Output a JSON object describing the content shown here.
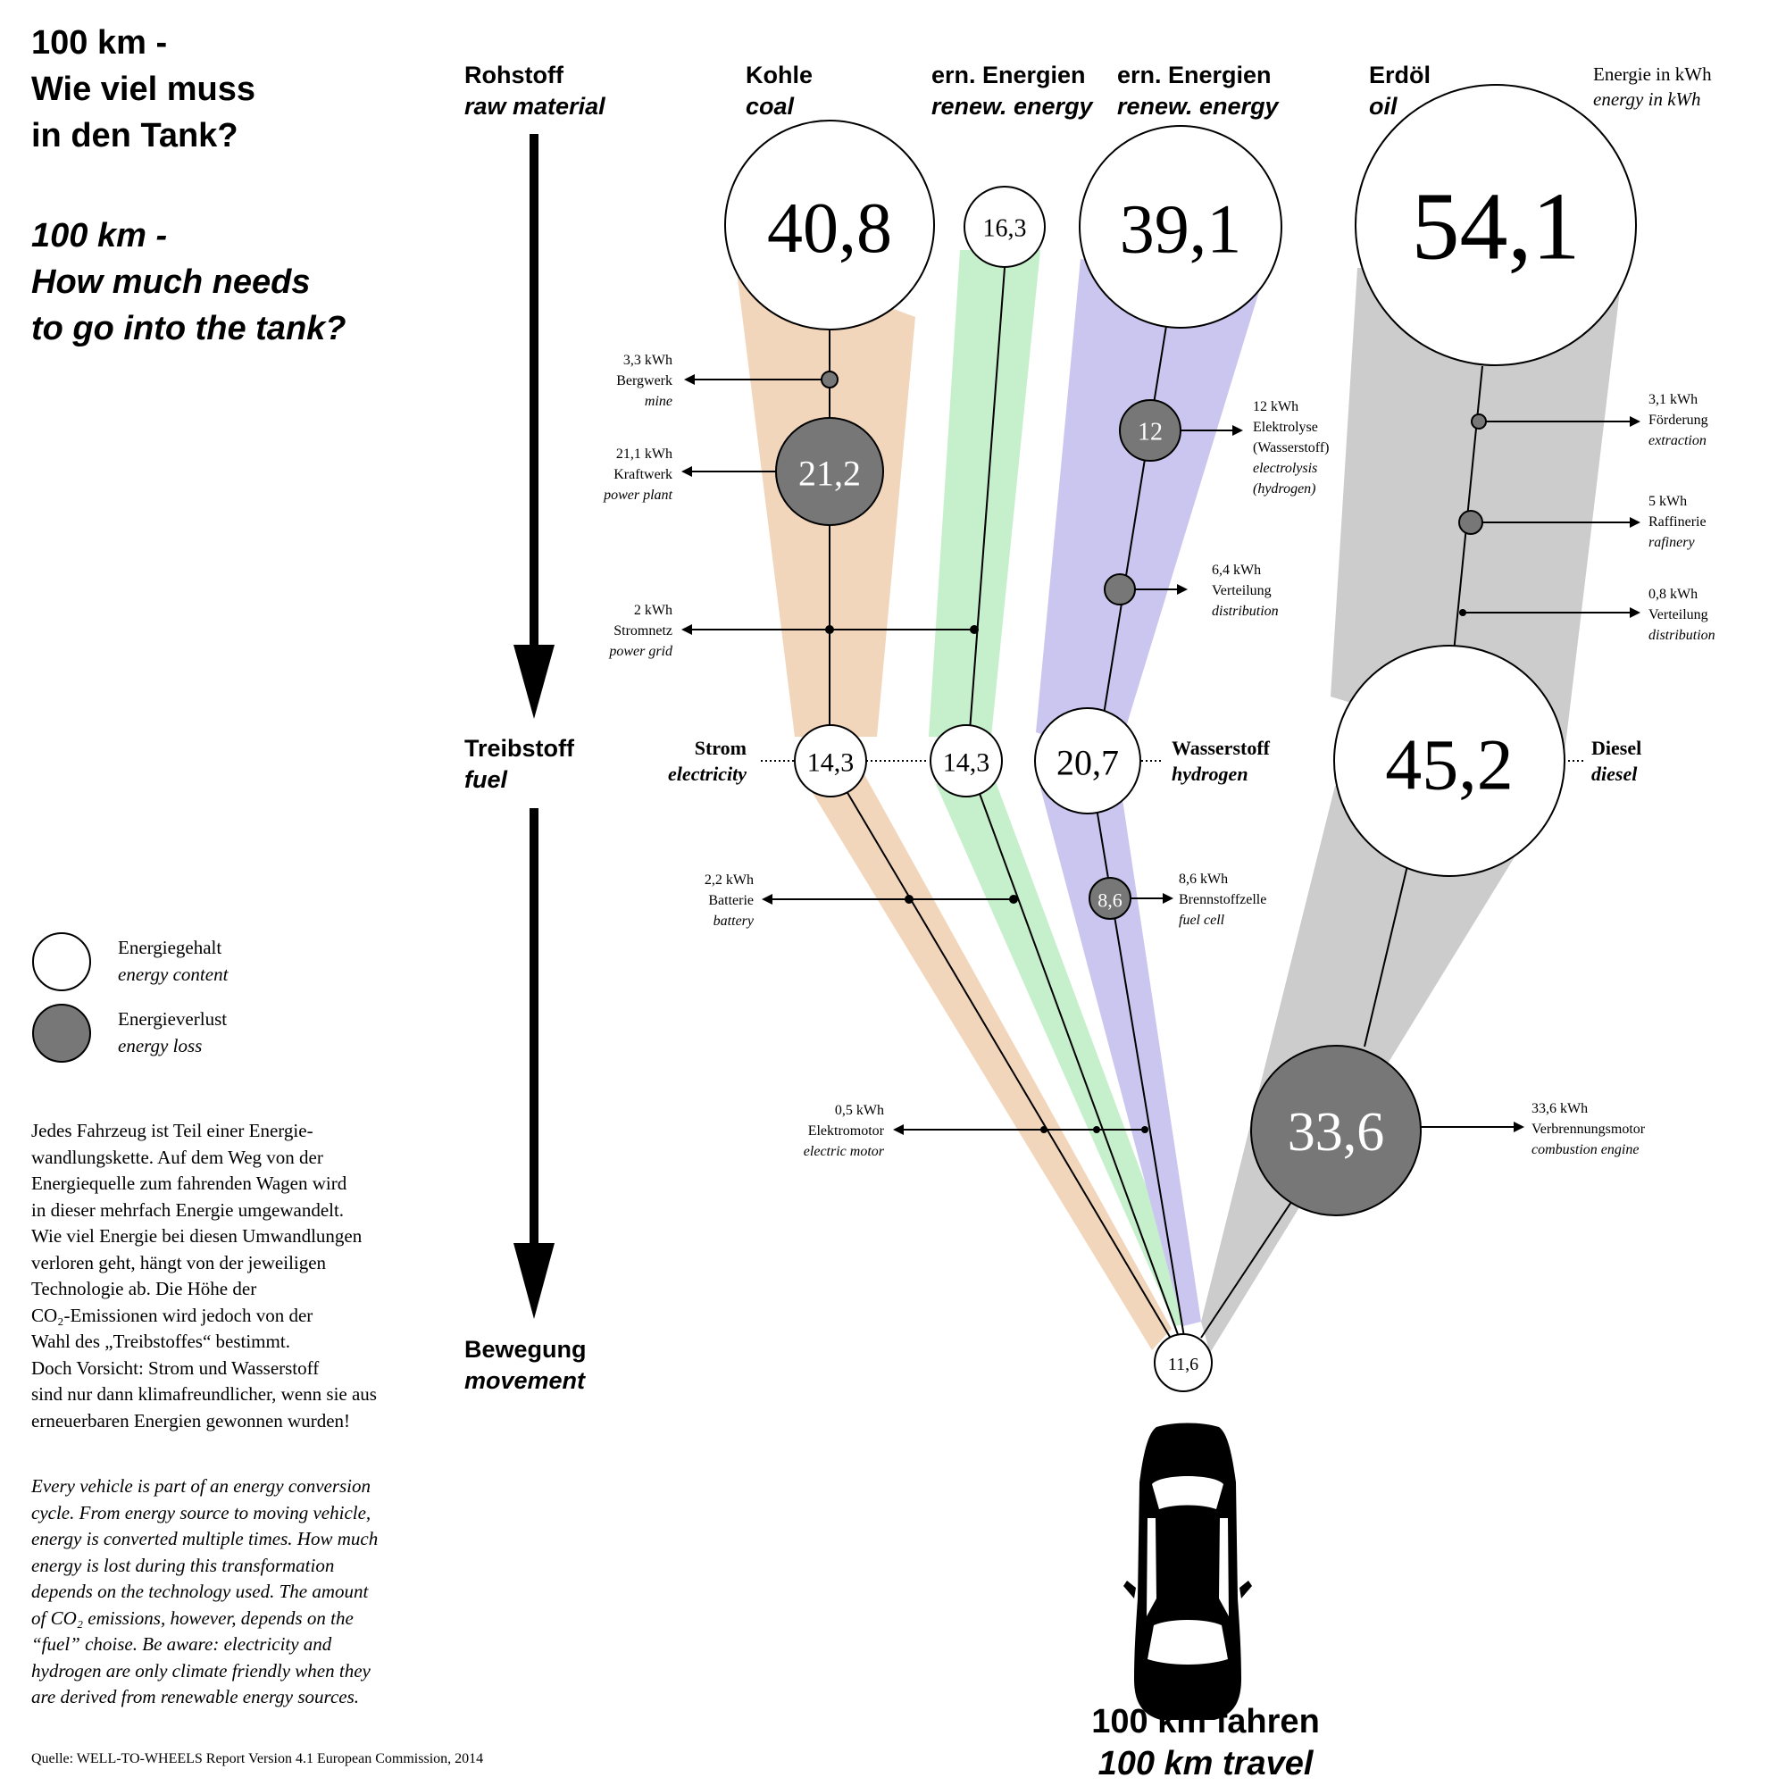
{
  "title": {
    "de_lines": [
      "100 km -",
      "Wie viel muss",
      "in den Tank?"
    ],
    "en_lines": [
      "100 km -",
      "How much needs",
      "to go into the tank?"
    ]
  },
  "unit_note": {
    "de": "Energie in kWh",
    "en": "energy in kWh"
  },
  "stages": {
    "raw": {
      "de": "Rohstoff",
      "en": "raw material"
    },
    "fuel": {
      "de": "Treibstoff",
      "en": "fuel"
    },
    "move": {
      "de": "Bewegung",
      "en": "movement"
    }
  },
  "sources": [
    {
      "de": "Kohle",
      "en": "coal"
    },
    {
      "de": "ern. Energien",
      "en": "renew. energy"
    },
    {
      "de": "ern. Energien",
      "en": "renew. energy"
    },
    {
      "de": "Erdöl",
      "en": "oil"
    }
  ],
  "fuels": {
    "electricity": {
      "de": "Strom",
      "en": "electricity"
    },
    "hydrogen": {
      "de": "Wasserstoff",
      "en": "hydrogen"
    },
    "diesel": {
      "de": "Diesel",
      "en": "diesel"
    }
  },
  "circles": {
    "coal_raw": "40,8",
    "renew_el_raw": "16,3",
    "renew_h2_raw": "39,1",
    "oil_raw": "54,1",
    "coal_plant": "21,2",
    "electrolysis": "12",
    "h2_dist": "",
    "oil_mid1": "",
    "oil_mid2": "",
    "el_coal": "14,3",
    "el_renew": "14,3",
    "hydrogen": "20,7",
    "diesel": "45,2",
    "fuel_cell": "8,6",
    "engine": "33,6",
    "movement": "11,6"
  },
  "losses": [
    {
      "id": "mine",
      "value": "3,3 kWh",
      "de": "Bergwerk",
      "en": "mine"
    },
    {
      "id": "power_plant",
      "value": "21,1 kWh",
      "de": "Kraftwerk",
      "en": "power plant"
    },
    {
      "id": "power_grid",
      "value": "2 kWh",
      "de": "Stromnetz",
      "en": "power grid"
    },
    {
      "id": "battery",
      "value": "2,2 kWh",
      "de": "Batterie",
      "en": "battery"
    },
    {
      "id": "electric_motor",
      "value": "0,5 kWh",
      "de": "Elektromotor",
      "en": "electric motor"
    },
    {
      "id": "electrolysis",
      "value": "12 kWh",
      "de_lines": [
        "Elektrolyse",
        "(Wasserstoff)"
      ],
      "en_lines": [
        "electrolysis",
        "(hydrogen)"
      ]
    },
    {
      "id": "h2_distribution",
      "value": "6,4 kWh",
      "de": "Verteilung",
      "en": "distribution"
    },
    {
      "id": "fuel_cell",
      "value": "8,6 kWh",
      "de": "Brennstoffzelle",
      "en": "fuel cell"
    },
    {
      "id": "extraction",
      "value": "3,1 kWh",
      "de": "Förderung",
      "en": "extraction"
    },
    {
      "id": "refinery",
      "value": "5 kWh",
      "de": "Raffinerie",
      "en": "rafinery"
    },
    {
      "id": "oil_distribution",
      "value": "0,8 kWh",
      "de": "Verteilung",
      "en": "distribution"
    },
    {
      "id": "combustion_engine",
      "value": "33,6 kWh",
      "de": "Verbrennungsmotor",
      "en": "combustion engine"
    }
  ],
  "legend": {
    "content": {
      "de": "Energiegehalt",
      "en": "energy content"
    },
    "loss": {
      "de": "Energieverlust",
      "en": "energy loss"
    }
  },
  "text_de": [
    "Jedes Fahrzeug ist Teil einer Energie-",
    "wandlungskette. Auf dem Weg von der",
    "Energiequelle zum fahrenden Wagen wird",
    "in dieser mehrfach Energie umgewandelt.",
    "Wie viel Energie bei diesen Umwandlungen",
    "verloren geht, hängt von der jeweiligen",
    "Technologie ab. Die Höhe der",
    "CO₂-Emissionen wird jedoch von der",
    "Wahl des „Treibstoffes“ bestimmt.",
    "Doch Vorsicht: Strom und Wasserstoff",
    "sind nur dann klimafreundlicher, wenn sie aus",
    "erneuerbaren Energien gewonnen wurden!"
  ],
  "text_en": [
    "Every vehicle is part of an energy conversion",
    "cycle. From energy source to moving vehicle,",
    "energy is converted multiple times. How much",
    "energy is lost during this transformation",
    "depends on the technology used. The amount",
    "of CO₂ emissions, however, depends on the",
    "“fuel” choise. Be aware: electricity and",
    "hydrogen are only climate friendly when they",
    "are derived from renewable energy sources."
  ],
  "source_note": "Quelle: WELL-TO-WHEELS Report Version 4.1 European Commission, 2014",
  "travel": {
    "de": "100 km fahren",
    "en": "100 km travel"
  },
  "colors": {
    "coal": "#f2d6bb",
    "renew": "#c6f0cc",
    "hydrogen": "#cbc6ef",
    "oil": "#cccccc",
    "loss": "#777777"
  }
}
